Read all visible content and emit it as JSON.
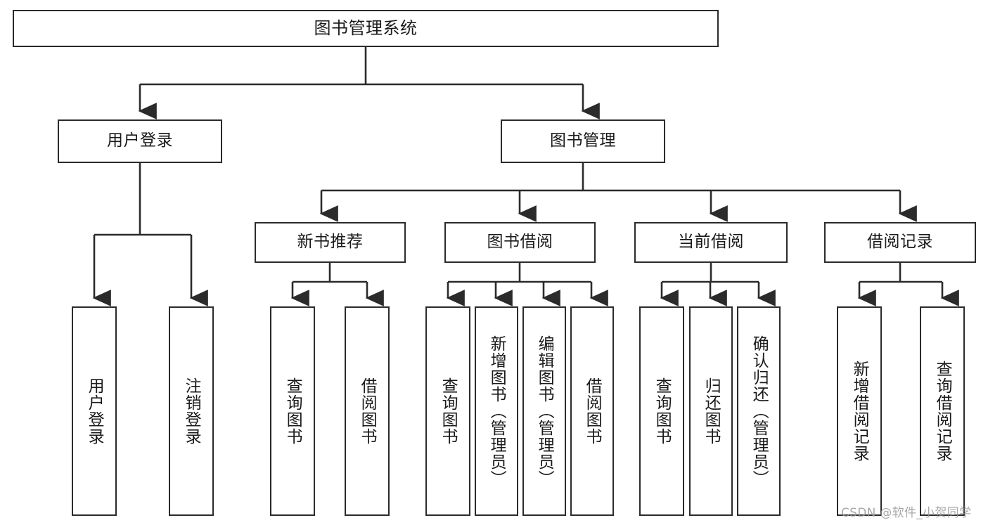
{
  "diagram": {
    "title": "图书管理系统",
    "type": "tree-hierarchy",
    "watermark": "CSDN @软件_小贺同学",
    "colors": {
      "stroke": "#2b2b2b",
      "fill": "#ffffff",
      "text": "#1a1a1a",
      "watermark": "#9a9a9a"
    },
    "nodes": {
      "root": {
        "label": "图书管理系统"
      },
      "level2": [
        {
          "label": "用户登录"
        },
        {
          "label": "图书管理"
        }
      ],
      "level3": [
        {
          "label": "新书推荐"
        },
        {
          "label": "图书借阅"
        },
        {
          "label": "当前借阅"
        },
        {
          "label": "借阅记录"
        }
      ],
      "leaves": {
        "user_login": [
          {
            "label": "用户登录"
          },
          {
            "label": "注销登录"
          }
        ],
        "new_book": [
          {
            "label": "查询图书"
          },
          {
            "label": "借阅图书"
          }
        ],
        "book_borrow": [
          {
            "label": "查询图书"
          },
          {
            "label": "新增图书（管理员）"
          },
          {
            "label": "编辑图书（管理员）"
          },
          {
            "label": "借阅图书"
          }
        ],
        "current_borrow": [
          {
            "label": "查询图书"
          },
          {
            "label": "归还图书"
          },
          {
            "label": "确认归还（管理员）"
          }
        ],
        "borrow_record": [
          {
            "label": "新增借阅记录"
          },
          {
            "label": "查询借阅记录"
          }
        ]
      }
    }
  }
}
